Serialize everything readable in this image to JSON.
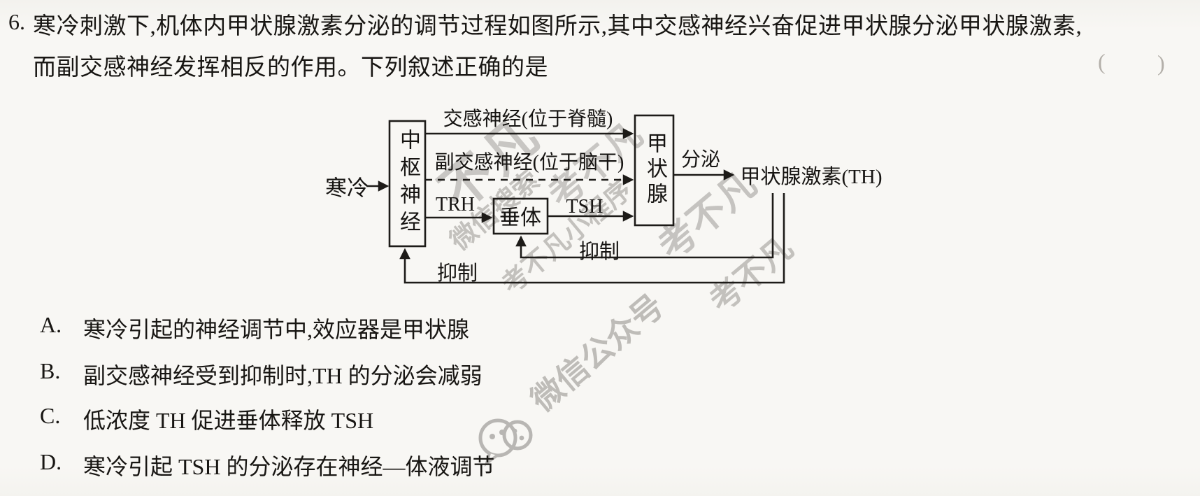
{
  "question": {
    "number": "6.",
    "line1": "寒冷刺激下,机体内甲状腺激素分泌的调节过程如图所示,其中交感神经兴奋促进甲状腺分泌甲状腺激素,",
    "line2": "而副交感神经发挥相反的作用。下列叙述正确的是",
    "answer_blank_open": "(",
    "answer_blank_close": ")"
  },
  "diagram": {
    "stimulus": "寒冷",
    "boxes": {
      "cns": "中枢神经",
      "pituitary": "垂体",
      "thyroid": "甲状腺"
    },
    "labels": {
      "sympathetic": "交感神经(位于脊髓)",
      "parasympathetic": "副交感神经(位于脑干)",
      "trh": "TRH",
      "tsh": "TSH",
      "secrete": "分泌",
      "hormone": "甲状腺激素(TH)",
      "inhibit_pituitary": "抑制",
      "inhibit_cns": "抑制"
    },
    "ink_color": "#1d1b18"
  },
  "options": [
    {
      "label": "A.",
      "text": "寒冷引起的神经调节中,效应器是甲状腺"
    },
    {
      "label": "B.",
      "text": "副交感神经受到抑制时,TH 的分泌会减弱"
    },
    {
      "label": "C.",
      "text": "低浓度 TH 促进垂体释放 TSH"
    },
    {
      "label": "D.",
      "text": "寒冷引起 TSH 的分泌存在神经—体液调节"
    }
  ],
  "watermarks": {
    "wm1": "不凡",
    "wm2": "微信搜索",
    "wm3": "考不凡",
    "wm4": "考不凡小程序",
    "wm5": "考不凡",
    "wm6": "考不凡",
    "wm7": "微信公众号",
    "icon": "wechat-icon"
  }
}
